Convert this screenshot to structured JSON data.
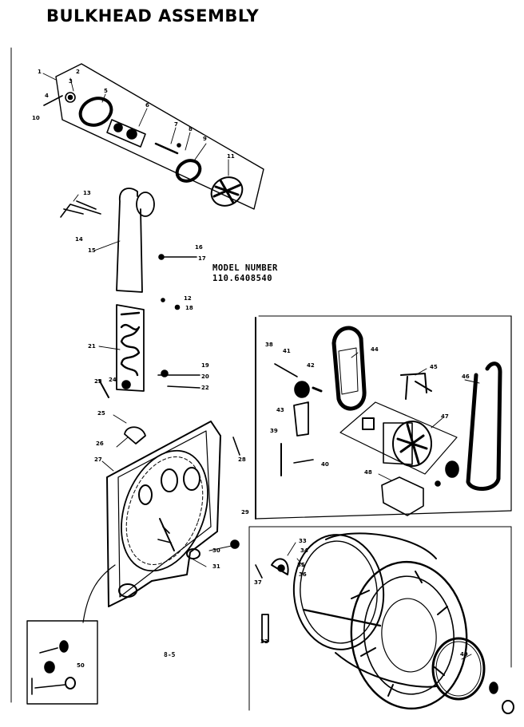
{
  "diagram": {
    "title": "BULKHEAD ASSEMBLY",
    "model_label": "MODEL NUMBER",
    "model_number": "110.6408540",
    "page_ref": "8-5"
  },
  "callouts": {
    "c1": "1",
    "c2": "2",
    "c3": "3",
    "c4": "4",
    "c5": "5",
    "c6": "6",
    "c7": "7",
    "c8": "8",
    "c9": "9",
    "c10": "10",
    "c11": "11",
    "c12": "12",
    "c13": "13",
    "c14": "14",
    "c15": "15",
    "c16": "16",
    "c17": "17",
    "c18": "18",
    "c19": "19",
    "c20": "20",
    "c21": "21",
    "c22": "22",
    "c23": "23",
    "c24": "24",
    "c25": "25",
    "c26": "26",
    "c27": "27",
    "c28": "28",
    "c29": "29",
    "c30": "30",
    "c31": "31",
    "c32": "32",
    "c33": "33",
    "c34": "34",
    "c35": "35",
    "c36": "36",
    "c37": "37",
    "c38": "38",
    "c39": "39",
    "c40": "40",
    "c41": "41",
    "c42": "42",
    "c43": "43",
    "c44": "44",
    "c45": "45",
    "c46": "46",
    "c47": "47",
    "c48": "48",
    "c49": "49",
    "c50": "50"
  }
}
